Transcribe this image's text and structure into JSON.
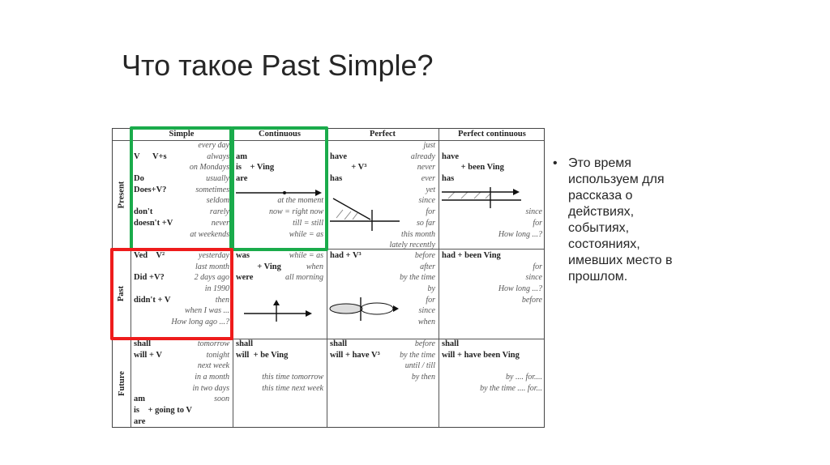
{
  "title": "Что такое Past Simple?",
  "table": {
    "headers": [
      "Simple",
      "Continuous",
      "Perfect",
      "Perfect continuous"
    ],
    "rows": [
      "Present",
      "Past",
      "Future"
    ],
    "cells": {
      "present_simple": {
        "forms": [
          "",
          "V      V+s",
          "",
          "Do",
          "Does+V?",
          "",
          "don't",
          "doesn't +V"
        ],
        "marks": [
          "every day",
          "always",
          "on Mondays",
          "usually",
          "sometimes",
          "seldom",
          "rarely",
          "never",
          "at weekends"
        ]
      },
      "present_cont": {
        "forms": [
          "",
          "am",
          "is    + Ving",
          "are"
        ],
        "marks": [
          "",
          "",
          "",
          "",
          "",
          "at the moment",
          "now = right now",
          "till = still",
          "while = as"
        ]
      },
      "present_perf": {
        "forms": [
          "",
          "have",
          "          + V³",
          "has"
        ],
        "marks": [
          "just",
          "already",
          "never",
          "ever",
          "yet",
          "since",
          "for",
          "so far",
          "this month",
          "lately   recently"
        ]
      },
      "present_pc": {
        "forms": [
          "",
          "have",
          "         + been Ving",
          "has"
        ],
        "marks": [
          "",
          "",
          "",
          "",
          "",
          "",
          "since",
          "for",
          "How long ...?"
        ]
      },
      "past_simple": {
        "forms": [
          "Ved    V²",
          "",
          "Did +V?",
          "",
          "didn't + V"
        ],
        "marks": [
          "yesterday",
          "last month",
          "2 days ago",
          "in 1990",
          "then",
          "when I was ...",
          "How long ago ...?"
        ]
      },
      "past_cont": {
        "forms": [
          "was",
          "          + Ving",
          "were"
        ],
        "marks": [
          "while = as",
          "when",
          "all morning"
        ]
      },
      "past_perf": {
        "forms": [
          "had + V³"
        ],
        "marks": [
          "before",
          "after",
          "by the time",
          "by",
          "for",
          "since",
          "when"
        ]
      },
      "past_pc": {
        "forms": [
          "had + been Ving"
        ],
        "marks": [
          "",
          "for",
          "since",
          "How long ...?",
          "before"
        ]
      },
      "future_simple": {
        "forms": [
          "shall",
          "will + V",
          "",
          "",
          "",
          "am",
          "is    + going to V",
          "are"
        ],
        "marks": [
          "tomorrow",
          "tonight",
          "next week",
          "in a month",
          "in two days",
          "soon"
        ]
      },
      "future_cont": {
        "forms": [
          "shall",
          "will  + be Ving"
        ],
        "marks": [
          "",
          "",
          "",
          "this time tomorrow",
          "this time next week"
        ]
      },
      "future_perf": {
        "forms": [
          "shall",
          "will + have V³"
        ],
        "marks": [
          "before",
          "by the time",
          "until / till",
          "by then"
        ]
      },
      "future_pc": {
        "forms": [
          "shall",
          "will + have been Ving"
        ],
        "marks": [
          "",
          "",
          "",
          "by .... for....",
          "by the time .... for..."
        ]
      }
    }
  },
  "highlights": {
    "green": "#1aab4b",
    "red": "#ee1c1c"
  },
  "bullet": {
    "icon": "bullet-dot",
    "lines": [
      "Это время",
      "используем для",
      "рассказа о",
      "действиях,",
      "событиях,",
      "состояниях,",
      "имевших место в",
      "прошлом."
    ]
  }
}
